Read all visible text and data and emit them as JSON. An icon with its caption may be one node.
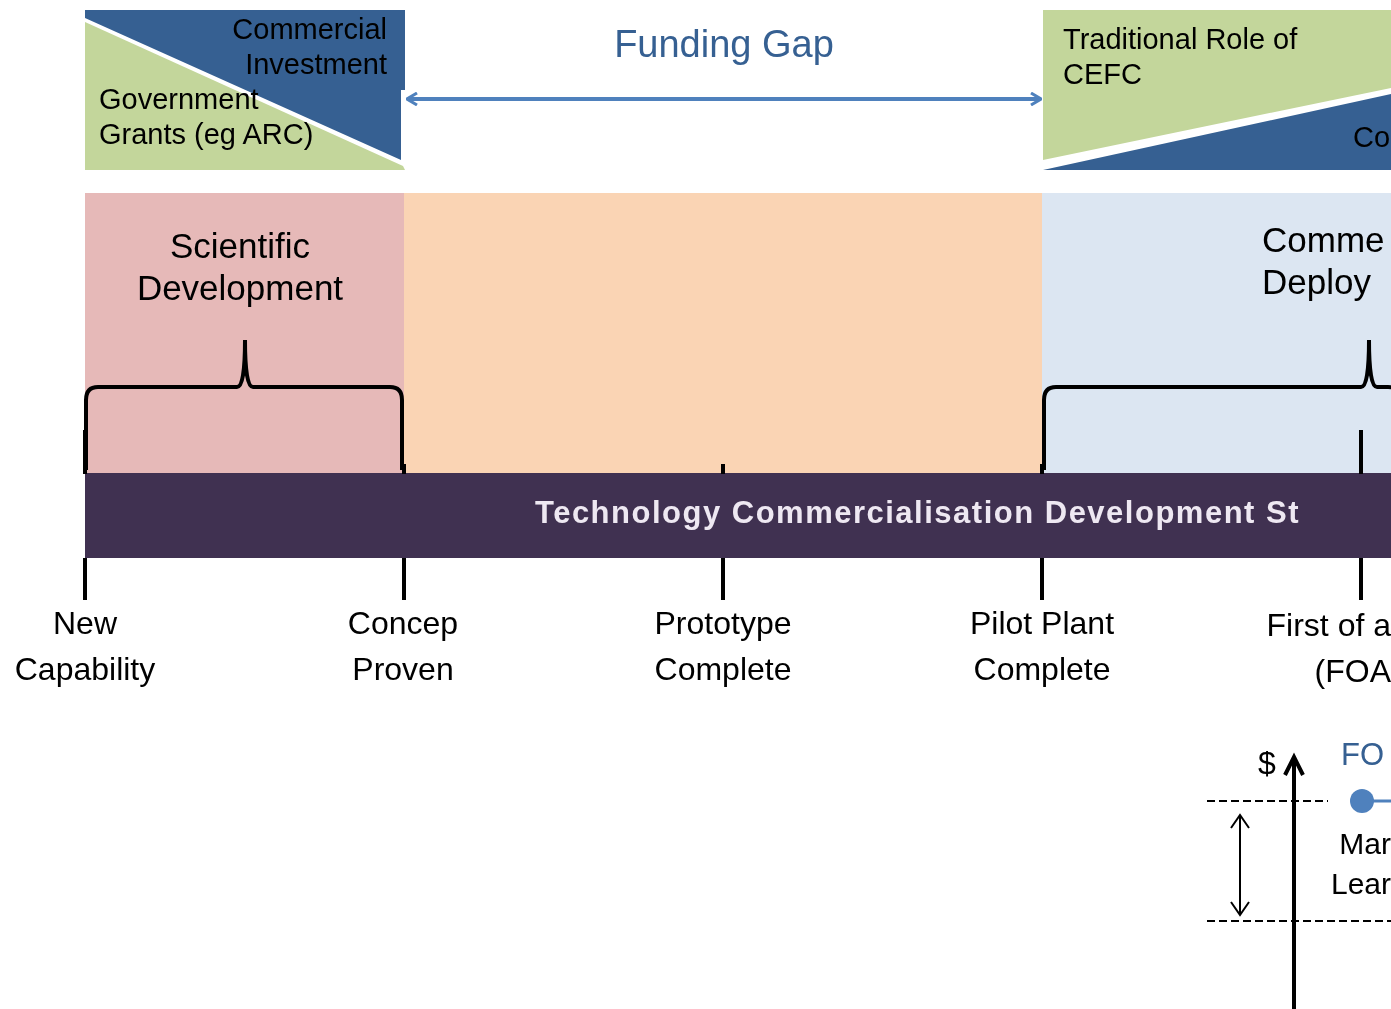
{
  "diagram": {
    "nodes": [
      {
        "text": [
          "Commercial Investment",
          "Government Grants (eg ARC)"
        ]
      },
      {
        "text": [
          "Traditional Role of CEFC",
          "Co"
        ]
      },
      {
        "text": [
          "Scientific Development"
        ]
      },
      {
        "text": [],
        "shape": "box"
      },
      {
        "text": [
          "Comme Deploy"
        ]
      },
      {
        "text": [
          "Technology Commercialisation Development St"
        ]
      }
    ],
    "edges": [
      {
        "from": 0,
        "to": 1,
        "arrow": "both",
        "label": "Funding Gap"
      }
    ],
    "labels": [
      "New Capability",
      "Concep Proven",
      "Prototype Complete",
      "Pilot Plant Complete",
      "First of a (FOA",
      "$",
      "FO",
      "Mar Lear"
    ]
  }
}
